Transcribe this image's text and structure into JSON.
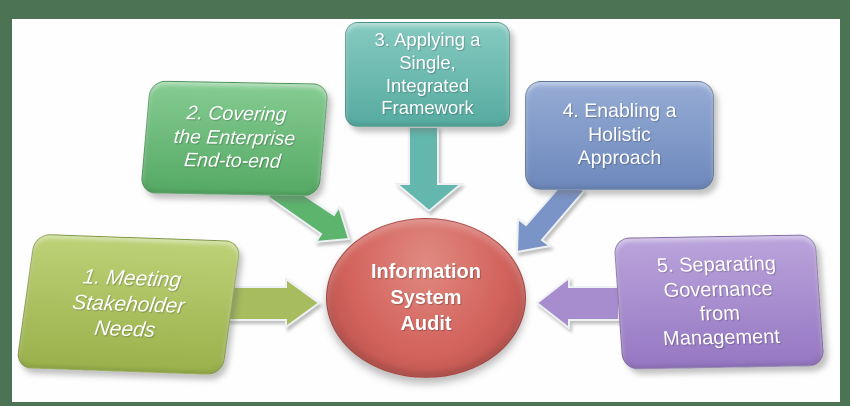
{
  "frame": {
    "color": "#4c7353"
  },
  "center": {
    "text": "Information\nSystem\nAudit",
    "color_light": "#e08a81",
    "color_mid": "#d3635d",
    "color_dark": "#b04b46"
  },
  "nodes": [
    {
      "id": "1",
      "text": "1. Meeting\nStakeholder\nNeeds",
      "color_light": "#bdd177",
      "color_dark": "#99b14b",
      "arrow_color": "#a6bc5e"
    },
    {
      "id": "2",
      "text": "2. Covering\nthe Enterprise\nEnd-to-end",
      "color_light": "#85cc92",
      "color_dark": "#55a964",
      "arrow_color": "#5cb46d"
    },
    {
      "id": "3",
      "text": "3. Applying a\nSingle,\nIntegrated\nFramework",
      "color_light": "#86cac1",
      "color_dark": "#56aba0",
      "arrow_color": "#64b7ad"
    },
    {
      "id": "4",
      "text": "4. Enabling a\nHolistic\nApproach",
      "color_light": "#96acd5",
      "color_dark": "#6d88bc",
      "arrow_color": "#7b94c7"
    },
    {
      "id": "5",
      "text": "5. Separating\nGovernance\nfrom\nManagement",
      "color_light": "#bba4dc",
      "color_dark": "#9577c2",
      "arrow_color": "#a78cce"
    }
  ]
}
